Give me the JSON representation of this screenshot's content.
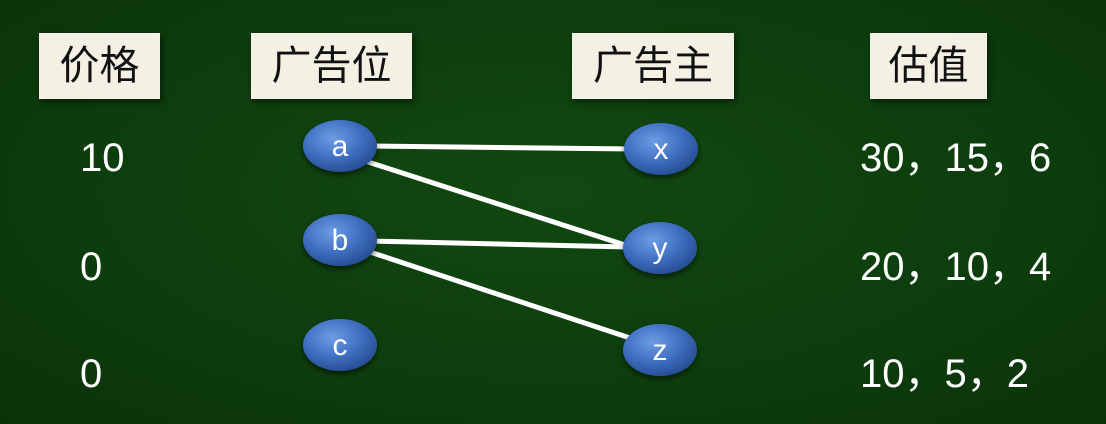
{
  "headers": {
    "price": "价格",
    "slot": "广告位",
    "advertiser": "广告主",
    "valuation": "估值"
  },
  "slots": [
    {
      "label": "a",
      "price": "10"
    },
    {
      "label": "b",
      "price": "0"
    },
    {
      "label": "c",
      "price": "0"
    }
  ],
  "advertisers": [
    {
      "label": "x",
      "valuation": "30，15，6"
    },
    {
      "label": "y",
      "valuation": "20，10，4"
    },
    {
      "label": "z",
      "valuation": "10，5，2"
    }
  ],
  "edges": [
    [
      "a",
      "x"
    ],
    [
      "a",
      "y"
    ],
    [
      "b",
      "y"
    ],
    [
      "b",
      "z"
    ]
  ],
  "colors": {
    "background": "#0d3d0d",
    "header_box": "#f3f0e4",
    "node_fill": "#3f6fc0",
    "edge": "#ffffff"
  }
}
